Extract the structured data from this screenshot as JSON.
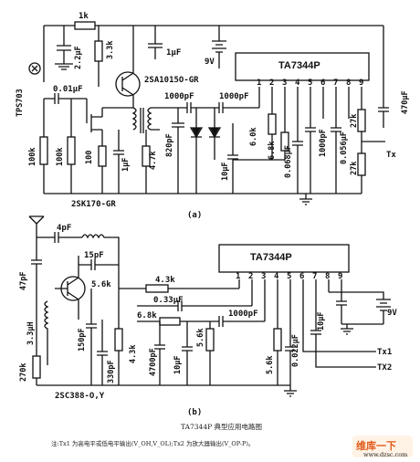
{
  "circuit_a": {
    "label": "(a)",
    "ic": "TA7344P",
    "pins": [
      "1",
      "2",
      "3",
      "4",
      "5",
      "6",
      "7",
      "8",
      "9"
    ],
    "supply": "9V",
    "output": "Tx",
    "labels": {
      "r_top": "1k",
      "c_top": "2.2μF",
      "r_3k3": "3.3k",
      "q_pnp": "2SA1015O-GR",
      "c_1u_top": "1μF",
      "mic": "TPS703",
      "c_001": "0.01μF",
      "c_1000_a": "1000pF",
      "c_1000_b": "1000pF",
      "c_820": "820pF",
      "r_100k_a": "100k",
      "r_100k_b": "100k",
      "r_100": "100",
      "c_1u_bot": "1μF",
      "r_4k7": "4.7k",
      "jfet": "2SK170-GR",
      "c_10u": "10μF",
      "r_6k_a": "6.0k",
      "r_6k_b": "6.8k",
      "c_0068": "0.068μF",
      "c_1000_c": "1000pF",
      "c_0056": "0.056μF",
      "r_27k_a": "27k",
      "r_27k_b": "27k",
      "c_470": "470μF"
    }
  },
  "circuit_b": {
    "label": "(b)",
    "ic": "TA7344P",
    "pins": [
      "1",
      "2",
      "3",
      "4",
      "5",
      "6",
      "7",
      "8",
      "9"
    ],
    "supply": "9V",
    "outputs": [
      "Tx1",
      "TX2"
    ],
    "labels": {
      "c_4p": "4pF",
      "c_47p": "47pF",
      "c_15p": "15pF",
      "r_5k6_a": "5.6k",
      "r_4k3_a": "4.3k",
      "c_033": "0.33μF",
      "r_6k8": "6.8k",
      "c_1000": "1000pF",
      "l_3u3": "3.3μH",
      "c_150": "150pF",
      "r_270k": "270k",
      "c_330": "330pF",
      "r_4k3_b": "4.3k",
      "c_4700": "4700pF",
      "c_10u_a": "10μF",
      "r_5k6_b": "5.6k",
      "r_5k6_c": "5.6k",
      "c_0022": "0.022μF",
      "c_10u_b": "10μF",
      "transistor": "2SC388-O,Y"
    }
  },
  "caption": "TA7344P 典型应用电路图",
  "note": "注:Tx1 为高电平或低电平输出(V_OH,V_OL);Tx2 为放大器输出(V_OP-P)。",
  "watermark": "维库一下",
  "watermark_sub": "www.dzsc.com"
}
